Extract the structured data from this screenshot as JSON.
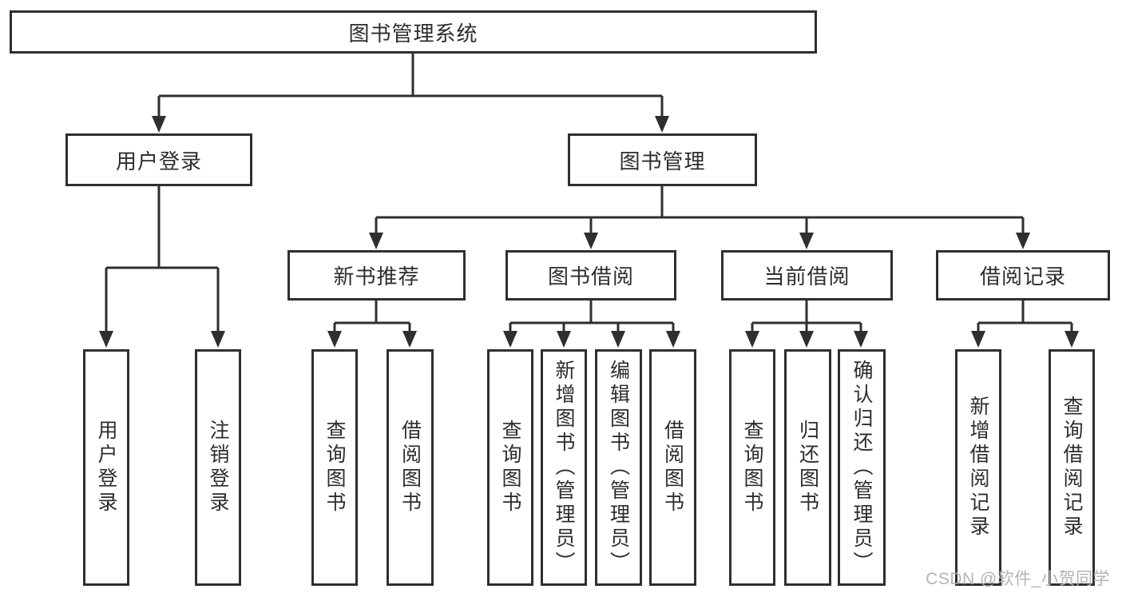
{
  "diagram": {
    "type": "hierarchy-tree",
    "language": "zh-CN",
    "colors": {
      "background": "#ffffff",
      "line": "#2f2f2f",
      "box_border": "#2f2f2f",
      "text": "#2d2d2d",
      "watermark": "#b4b4b4"
    }
  },
  "tree": {
    "root": {
      "label": "图书管理系统"
    },
    "branches": [
      {
        "label": "用户登录",
        "children": [
          {
            "label": "用户登录"
          },
          {
            "label": "注销登录"
          }
        ]
      },
      {
        "label": "图书管理",
        "children": [
          {
            "label": "新书推荐",
            "children": [
              {
                "label": "查询图书"
              },
              {
                "label": "借阅图书"
              }
            ]
          },
          {
            "label": "图书借阅",
            "children": [
              {
                "label": "查询图书"
              },
              {
                "label": "新增图书（管理员）"
              },
              {
                "label": "编辑图书（管理员）"
              },
              {
                "label": "借阅图书"
              }
            ]
          },
          {
            "label": "当前借阅",
            "children": [
              {
                "label": "查询图书"
              },
              {
                "label": "归还图书"
              },
              {
                "label": "确认归还（管理员）"
              }
            ]
          },
          {
            "label": "借阅记录",
            "children": [
              {
                "label": "新增借阅记录"
              },
              {
                "label": "查询借阅记录"
              }
            ]
          }
        ]
      }
    ]
  },
  "watermark": {
    "text": "CSDN @软件_小贺同学"
  }
}
